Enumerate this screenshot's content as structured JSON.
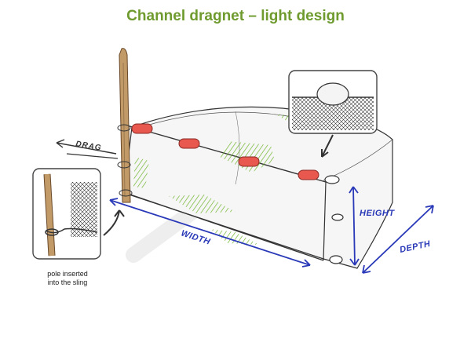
{
  "title": "Channel dragnet – light design",
  "labels": {
    "drag": "DRAG",
    "width": "WIDTH",
    "height": "HEIGHT",
    "depth": "DEPTH"
  },
  "caption_line1": "pole inserted",
  "caption_line2": "into the sling",
  "colors": {
    "title": "#6e9a2e",
    "dimension": "#2a39b8",
    "float": "#e8584e",
    "pole": "#b08a5a",
    "netting_patch": "#8cc63f"
  }
}
